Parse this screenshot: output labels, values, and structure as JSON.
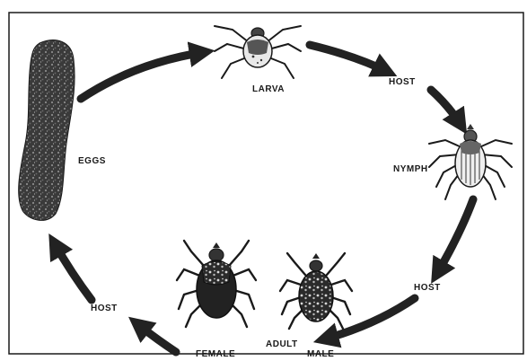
{
  "labels": {
    "eggs": "EGGS",
    "larva": "LARVA",
    "host_1": "HOST",
    "nymph": "NYMPH",
    "host_2": "HOST",
    "adult": "ADULT",
    "female": "FEMALE",
    "male": "MALE",
    "host_3": "HOST"
  },
  "colors": {
    "ink": "#1a1a1a",
    "arrow": "#222222",
    "background": "#ffffff"
  }
}
